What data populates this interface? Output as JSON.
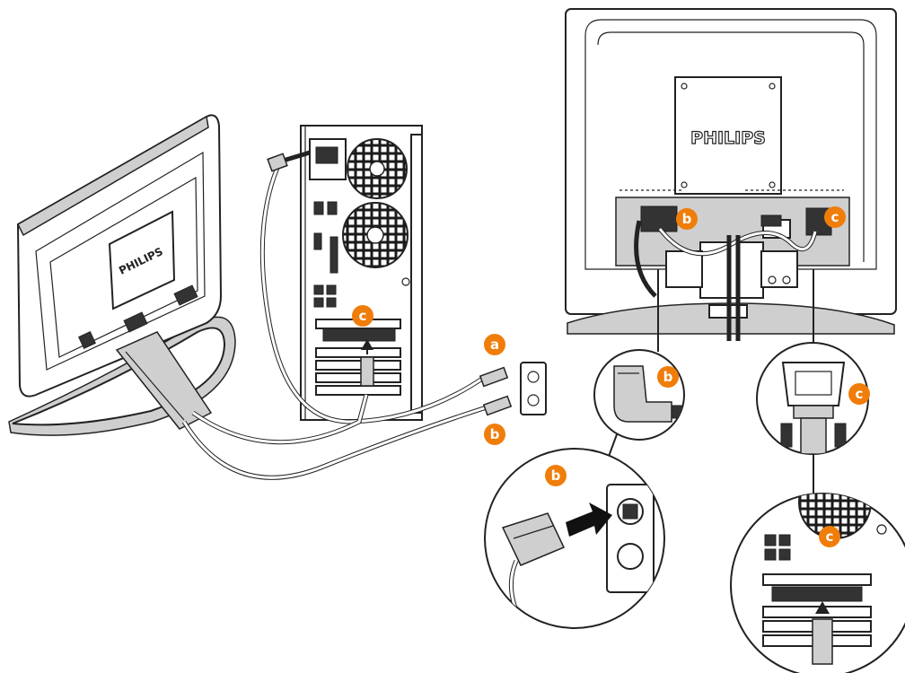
{
  "brand_logo_text": "PHILIPS",
  "callouts": {
    "a": "a",
    "b": "b",
    "c": "c"
  },
  "colors": {
    "badge": "#f07d0a",
    "line": "#222222",
    "background": "#ffffff"
  },
  "icons": [
    "power-plug-icon",
    "vga-connector-icon",
    "wall-outlet-icon",
    "arrow-icon",
    "fan-icon"
  ]
}
